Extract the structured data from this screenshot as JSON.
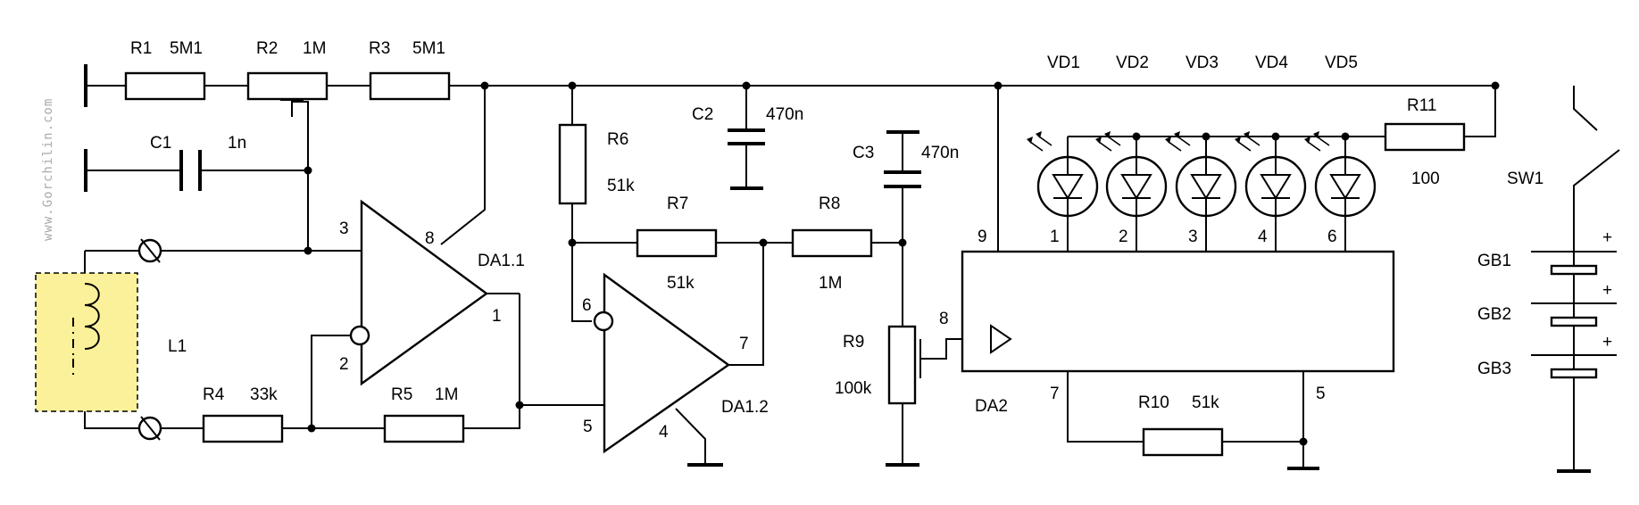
{
  "watermark": "www.Gorchilin.com",
  "resistors": {
    "R1": {
      "ref": "R1",
      "value": "5M1"
    },
    "R2": {
      "ref": "R2",
      "value": "1M"
    },
    "R3": {
      "ref": "R3",
      "value": "5M1"
    },
    "R4": {
      "ref": "R4",
      "value": "33k"
    },
    "R5": {
      "ref": "R5",
      "value": "1M"
    },
    "R6": {
      "ref": "R6",
      "value": "51k"
    },
    "R7": {
      "ref": "R7",
      "value": "51k"
    },
    "R8": {
      "ref": "R8",
      "value": "1M"
    },
    "R9": {
      "ref": "R9",
      "value": "100k"
    },
    "R10": {
      "ref": "R10",
      "value": "51k"
    },
    "R11": {
      "ref": "R11",
      "value": "100"
    }
  },
  "capacitors": {
    "C1": {
      "ref": "C1",
      "value": "1n"
    },
    "C2": {
      "ref": "C2",
      "value": "470n"
    },
    "C3": {
      "ref": "C3",
      "value": "470n"
    }
  },
  "leds": [
    "VD1",
    "VD2",
    "VD3",
    "VD4",
    "VD5"
  ],
  "led_pins": [
    "1",
    "2",
    "3",
    "4",
    "6"
  ],
  "opamps": {
    "DA1_1": {
      "ref": "DA1.1",
      "pins": {
        "in_plus": "3",
        "in_minus": "2",
        "out": "1",
        "vcc": "8"
      }
    },
    "DA1_2": {
      "ref": "DA1.2",
      "pins": {
        "in_minus": "6",
        "in_plus": "5",
        "out": "7",
        "gnd": "4"
      }
    }
  },
  "da2": {
    "ref": "DA2",
    "pins": {
      "p9": "9",
      "p8": "8",
      "p7": "7",
      "p5": "5"
    }
  },
  "inductor": {
    "ref": "L1",
    "highlight": "#fbf19a"
  },
  "switch": {
    "ref": "SW1"
  },
  "batteries": [
    "GB1",
    "GB2",
    "GB3"
  ],
  "battery_polarity": "+"
}
